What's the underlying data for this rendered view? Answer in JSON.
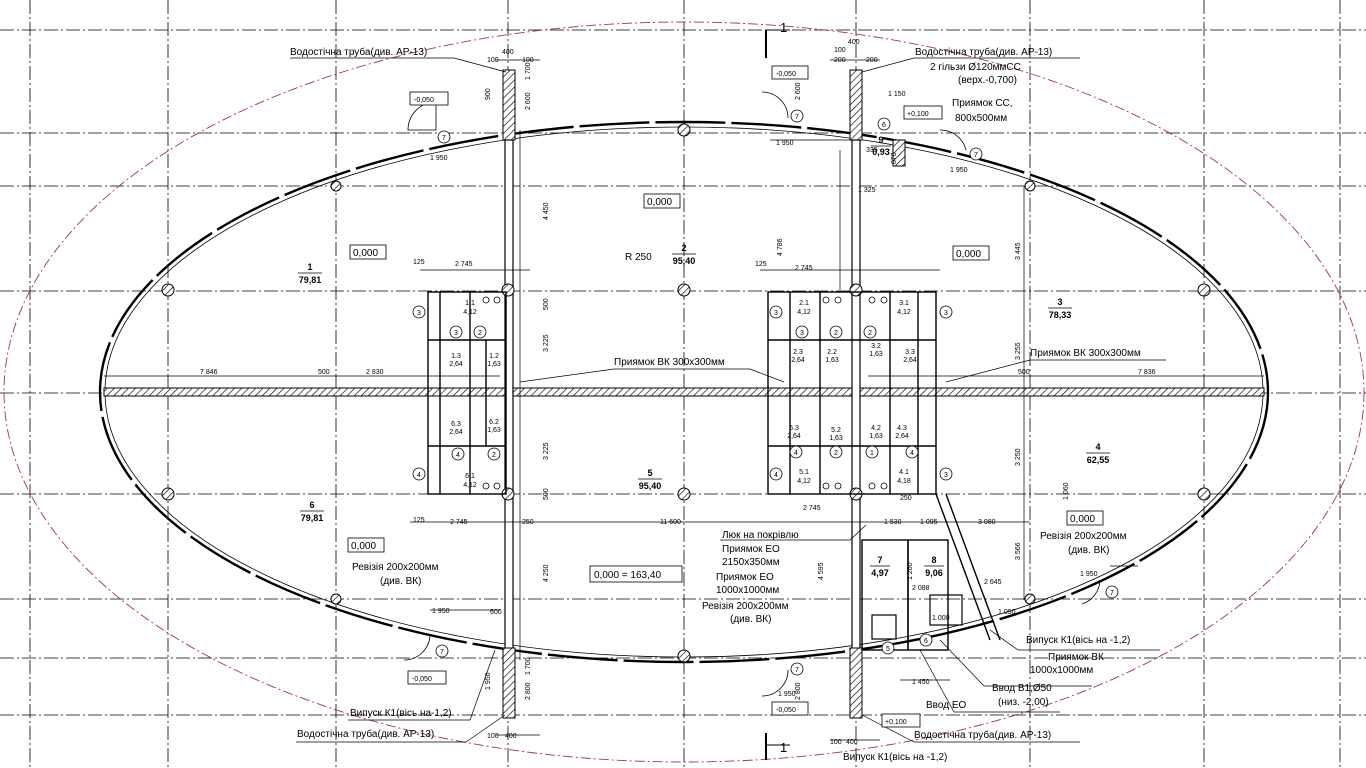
{
  "section_label": "1",
  "rooms": [
    {
      "id": "r1",
      "number": "1",
      "area": "79,81"
    },
    {
      "id": "r2",
      "number": "2",
      "area": "95,40"
    },
    {
      "id": "r3",
      "number": "3",
      "area": "78,33"
    },
    {
      "id": "r4",
      "number": "4",
      "area": "62,55"
    },
    {
      "id": "r5",
      "number": "5",
      "area": "95,40"
    },
    {
      "id": "r6",
      "number": "6",
      "area": "79,81"
    },
    {
      "id": "r7",
      "number": "7",
      "area": "4,97"
    },
    {
      "id": "r8",
      "number": "8",
      "area": "9,06"
    },
    {
      "id": "r9",
      "number": "9",
      "area": "0,93"
    },
    {
      "id": "wc11",
      "number": "1.1",
      "area": "4,12"
    },
    {
      "id": "wc12",
      "number": "1.2",
      "area": "1,63"
    },
    {
      "id": "wc13",
      "number": "1.3",
      "area": "2,64"
    },
    {
      "id": "wc21",
      "number": "2.1",
      "area": "4,12"
    },
    {
      "id": "wc22",
      "number": "2.2",
      "area": "1,63"
    },
    {
      "id": "wc23",
      "number": "2.3",
      "area": "2,64"
    },
    {
      "id": "wc31",
      "number": "3.1",
      "area": "4,12"
    },
    {
      "id": "wc32",
      "number": "3.2",
      "area": "1,63"
    },
    {
      "id": "wc33",
      "number": "3.3",
      "area": "2,64"
    },
    {
      "id": "wc41",
      "number": "4.1",
      "area": "4,18"
    },
    {
      "id": "wc42",
      "number": "4.2",
      "area": "1,63"
    },
    {
      "id": "wc43",
      "number": "4.3",
      "area": "2,64"
    },
    {
      "id": "wc51",
      "number": "5.1",
      "area": "4,12"
    },
    {
      "id": "wc52",
      "number": "5.2",
      "area": "1,63"
    },
    {
      "id": "wc53",
      "number": "5.3",
      "area": "2,64"
    },
    {
      "id": "wc61",
      "number": "6.1",
      "area": "4,12"
    },
    {
      "id": "wc62",
      "number": "6.2",
      "area": "1,63"
    },
    {
      "id": "wc63",
      "number": "6.3",
      "area": "2,64"
    }
  ],
  "levels": {
    "l1": "0,000",
    "l2": "0,000",
    "l3": "0,000",
    "l4": "0,000",
    "l5": "0,000",
    "base": "0,000 = 163,40",
    "tl": "-0,050",
    "tc": "-0,050",
    "bl": "-0,050",
    "bc": "-0,050",
    "p100a": "+0,100",
    "p100b": "+0,100"
  },
  "annotations": {
    "drain_tl": "Водостічна труба(див. АР-13)",
    "drain_tr": "Водостічна труба(див. АР-13)",
    "drain_bl": "Водостічна труба(див. АР-13)",
    "drain_br": "Водостічна труба(див. АР-13)",
    "sleeves1": "2 гільзи Ø120ммСС",
    "sleeves2": "(верх.-0,700)",
    "pit_cc1": "Приямок СС,",
    "pit_cc2": "800х500мм",
    "pit_vk_l": "Приямок ВК 300х300мм",
    "pit_vk_r": "Приямок ВК 300х300мм",
    "hatch": "Люк на покрівлю",
    "pit_eo1a": "Приямок ЕО",
    "pit_eo1b": "2150х350мм",
    "pit_eo2a": "Приямок ЕО",
    "pit_eo2b": "1000х1000мм",
    "rev_c1": "Ревізія 200х200мм",
    "rev_c2": "(див. ВК)",
    "rev_l1": "Ревізія 200х200мм",
    "rev_l2": "(див. ВК)",
    "rev_r1": "Ревізія 200х200мм",
    "rev_r2": "(див. ВК)",
    "outlet_r": "Випуск К1(вісь на -1,2)",
    "outlet_bl": "Випуск К1(вісь на-1,2)",
    "outlet_bc": "Випуск К1(вісь на -1,2)",
    "pit_vk2a": "Приямок ВК",
    "pit_vk2b": "1000х1000мм",
    "inlet1": "Ввод В1,Ø50",
    "inlet2": "(низ. -2,00)",
    "inlet_eo": "Ввод ЕО",
    "radius": "R 250"
  },
  "dims": {
    "d400": "400",
    "d100": "100",
    "d200": "200",
    "d1700": "1 700",
    "d2600": "2 600",
    "d900": "900",
    "d1950": "1 950",
    "d4450": "4 450",
    "d3225": "3 225",
    "d500": "500",
    "d2745": "2 745",
    "d2830": "2 830",
    "d7846": "7 846",
    "d7836": "7 836",
    "d11600": "11 600",
    "d3080": "3 080",
    "d4250": "4 250",
    "d3445": "3 445",
    "d3255": "3 255",
    "d3250": "3 250",
    "d3566": "3 566",
    "d4786": "4 786",
    "d1450": "1 450",
    "d2800": "2 800",
    "d1325": "1 325",
    "d1150": "1 150",
    "d125": "125",
    "d250": "250",
    "d1530": "1 530",
    "d1095": "1 095",
    "d2645": "2 645",
    "d4595": "4 595",
    "d1260": "1 260",
    "d870": "870",
    "d1060": "1 060",
    "d1000": "1 000",
    "d600": "600",
    "d2088": "2 088",
    "d1050": "1 050",
    "d335": "335"
  },
  "markers": {
    "door": "7",
    "zone3": "3",
    "zone4": "4",
    "zone2": "2",
    "zone1": "1",
    "zone5": "5",
    "zone6": "6"
  }
}
